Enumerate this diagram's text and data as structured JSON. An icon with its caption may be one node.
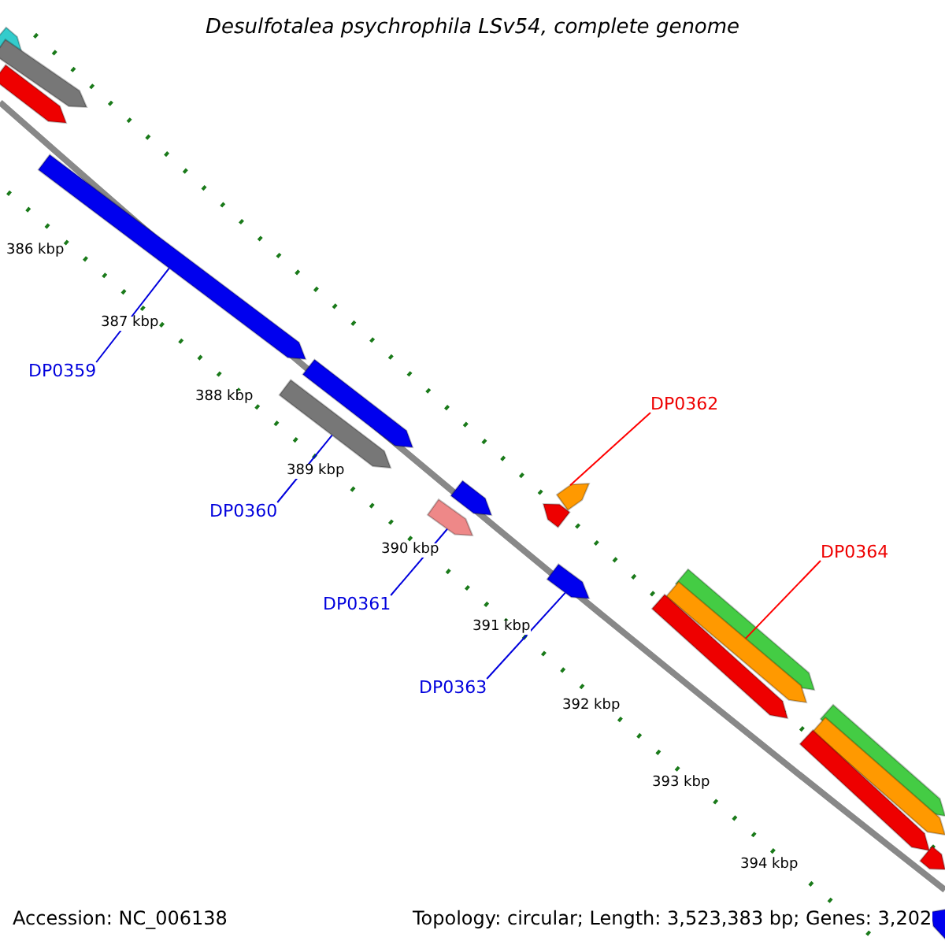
{
  "diagram": {
    "title": "Desulfotalea psychrophila LSv54, complete genome",
    "nodes": [
      {
        "text": [],
        "shape": "bar"
      },
      {
        "text": [],
        "shape": "bar"
      },
      {
        "text": [],
        "shape": "bar"
      },
      {
        "text": [],
        "shape": "bar"
      },
      {
        "text": [
          "DP0359"
        ]
      },
      {
        "text": [],
        "shape": "bar"
      },
      {
        "text": [],
        "shape": "bar"
      },
      {
        "text": [
          "DP0362"
        ]
      },
      {
        "text": [],
        "shape": "bar"
      },
      {
        "text": [],
        "shape": "bar"
      },
      {
        "text": [
          "DP0360"
        ]
      },
      {
        "text": [],
        "shape": "bar"
      },
      {
        "text": [],
        "shape": "bar"
      },
      {
        "text": [
          "DP0364"
        ]
      },
      {
        "text": [],
        "shape": "bar"
      },
      {
        "text": [],
        "shape": "bar"
      },
      {
        "text": [],
        "shape": "bar"
      },
      {
        "text": [
          "DP0361"
        ]
      },
      {
        "text": [],
        "shape": "bar"
      },
      {
        "text": [
          "DP0363"
        ]
      },
      {
        "text": [],
        "shape": "bar"
      },
      {
        "text": [],
        "shape": "bar"
      },
      {
        "text": [],
        "shape": "bar"
      },
      {
        "text": [],
        "shape": "bar"
      },
      {
        "text": [],
        "shape": "bar"
      }
    ],
    "edges": [
      {
        "from": 4,
        "to": 3,
        "arrow": "none"
      },
      {
        "from": 10,
        "to": 6,
        "arrow": "none"
      },
      {
        "from": 7,
        "to": 8,
        "arrow": "none",
        "color": "#ff0000"
      },
      {
        "from": 17,
        "to": 12,
        "arrow": "none"
      },
      {
        "from": 13,
        "to": 16,
        "arrow": "none",
        "color": "#ff0000"
      },
      {
        "from": 19,
        "to": 14,
        "arrow": "none"
      }
    ],
    "labels": [
      "386 kbp",
      "387 kbp",
      "388 kbp",
      "389 kbp",
      "390 kbp",
      "391 kbp",
      "392 kbp",
      "393 kbp",
      "394 kbp",
      "Accession: NC_006138",
      "Topology: circular; Length: 3,523,383 bp; Genes: 3,202"
    ]
  }
}
